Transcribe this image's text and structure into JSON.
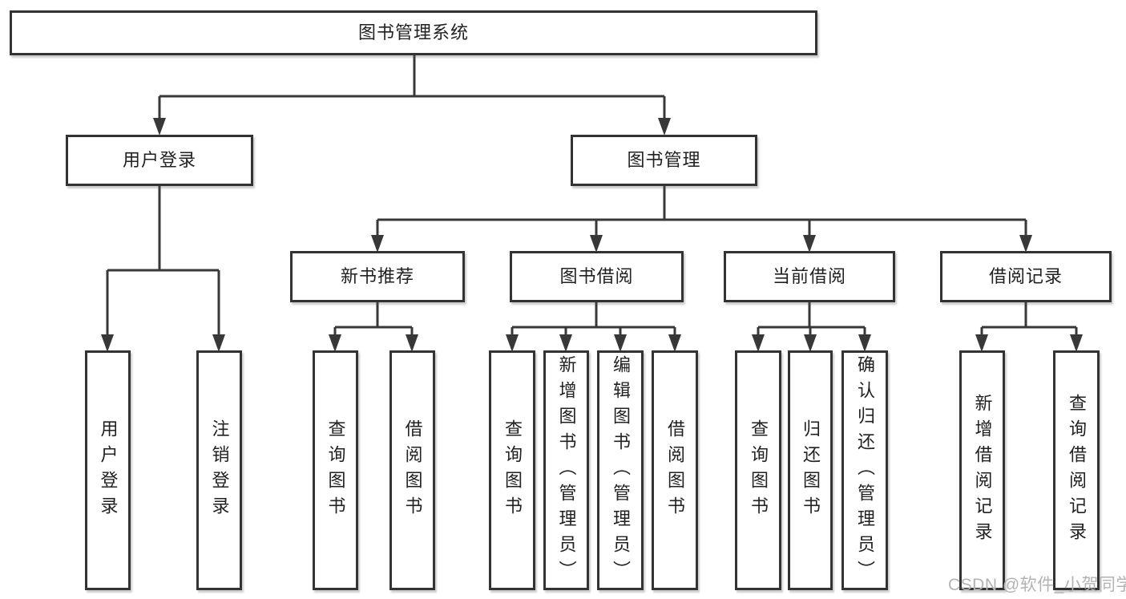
{
  "diagram_title": "图书管理系统",
  "watermark": "CSDN @软件_小贺同学",
  "colors": {
    "background": "#ffffff",
    "line": "#383838",
    "box_border": "#333333",
    "text": "#212121",
    "watermark": "#b3b3b6"
  },
  "tree": {
    "root": {
      "label": "图书管理系统",
      "children": [
        {
          "label": "用户登录",
          "children": [
            {
              "label": "用户登录"
            },
            {
              "label": "注销登录"
            }
          ]
        },
        {
          "label": "图书管理",
          "children": [
            {
              "label": "新书推荐",
              "children": [
                {
                  "label": "查询图书"
                },
                {
                  "label": "借阅图书"
                }
              ]
            },
            {
              "label": "图书借阅",
              "children": [
                {
                  "label": "查询图书"
                },
                {
                  "label": "新增图书（管理员）"
                },
                {
                  "label": "编辑图书（管理员）"
                },
                {
                  "label": "借阅图书"
                }
              ]
            },
            {
              "label": "当前借阅",
              "children": [
                {
                  "label": "查询图书"
                },
                {
                  "label": "归还图书"
                },
                {
                  "label": "确认归还（管理员）"
                }
              ]
            },
            {
              "label": "借阅记录",
              "children": [
                {
                  "label": "新增借阅记录"
                },
                {
                  "label": "查询借阅记录"
                }
              ]
            }
          ]
        }
      ]
    }
  }
}
